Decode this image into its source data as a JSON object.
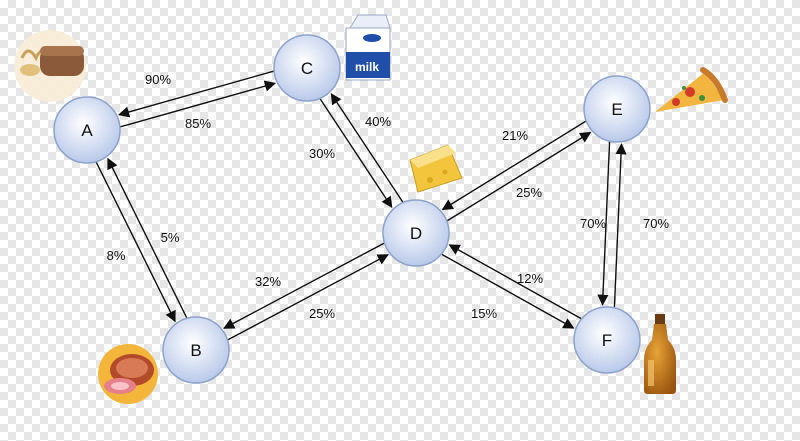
{
  "colors": {
    "node_fill_center": "#ffffff",
    "node_fill_edge": "#b9c9ea",
    "node_stroke": "#8ea3cc",
    "edge": "#111111"
  },
  "nodes": [
    {
      "id": "A",
      "label": "A",
      "food_icon": "bread-icon"
    },
    {
      "id": "B",
      "label": "B",
      "food_icon": "meat-icon"
    },
    {
      "id": "C",
      "label": "C",
      "food_icon": "milk-carton-icon"
    },
    {
      "id": "D",
      "label": "D",
      "food_icon": "cheese-icon"
    },
    {
      "id": "E",
      "label": "E",
      "food_icon": "pizza-icon"
    },
    {
      "id": "F",
      "label": "F",
      "food_icon": "beer-bottle-icon"
    }
  ],
  "edges": [
    {
      "from": "A",
      "to": "C",
      "label": "90%"
    },
    {
      "from": "C",
      "to": "A",
      "label": "85%"
    },
    {
      "from": "A",
      "to": "B",
      "label": "5%"
    },
    {
      "from": "B",
      "to": "A",
      "label": "8%"
    },
    {
      "from": "C",
      "to": "D",
      "label": "30%"
    },
    {
      "from": "D",
      "to": "C",
      "label": "40%"
    },
    {
      "from": "B",
      "to": "D",
      "label": "32%"
    },
    {
      "from": "D",
      "to": "B",
      "label": "25%"
    },
    {
      "from": "D",
      "to": "E",
      "label": "21%"
    },
    {
      "from": "E",
      "to": "D",
      "label": "25%"
    },
    {
      "from": "D",
      "to": "F",
      "label": "15%"
    },
    {
      "from": "F",
      "to": "D",
      "label": "12%"
    },
    {
      "from": "E",
      "to": "F",
      "label": "70%"
    },
    {
      "from": "F",
      "to": "E",
      "label": "70%"
    }
  ],
  "milk_text": "milk"
}
